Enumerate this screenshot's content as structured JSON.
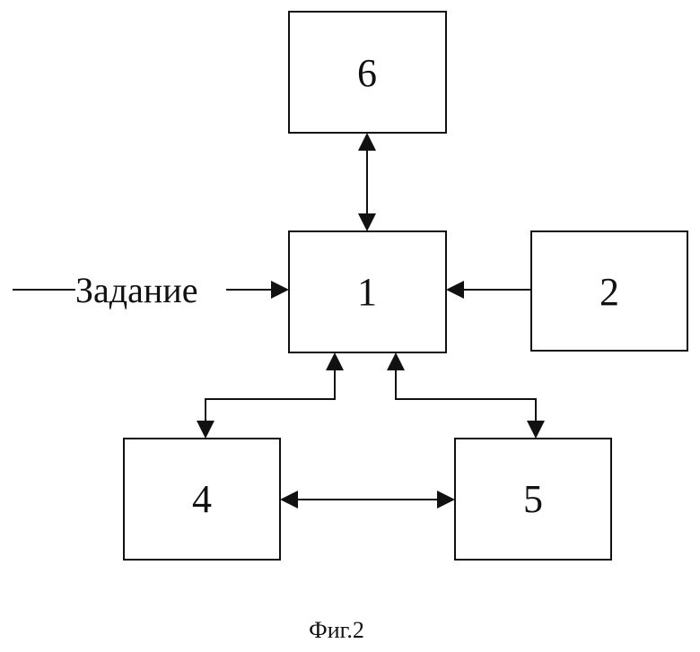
{
  "diagram": {
    "blocks": {
      "b1": "1",
      "b2": "2",
      "b4": "4",
      "b5": "5",
      "b6": "6"
    },
    "input_label": "Задание",
    "caption": "Фиг.2"
  }
}
